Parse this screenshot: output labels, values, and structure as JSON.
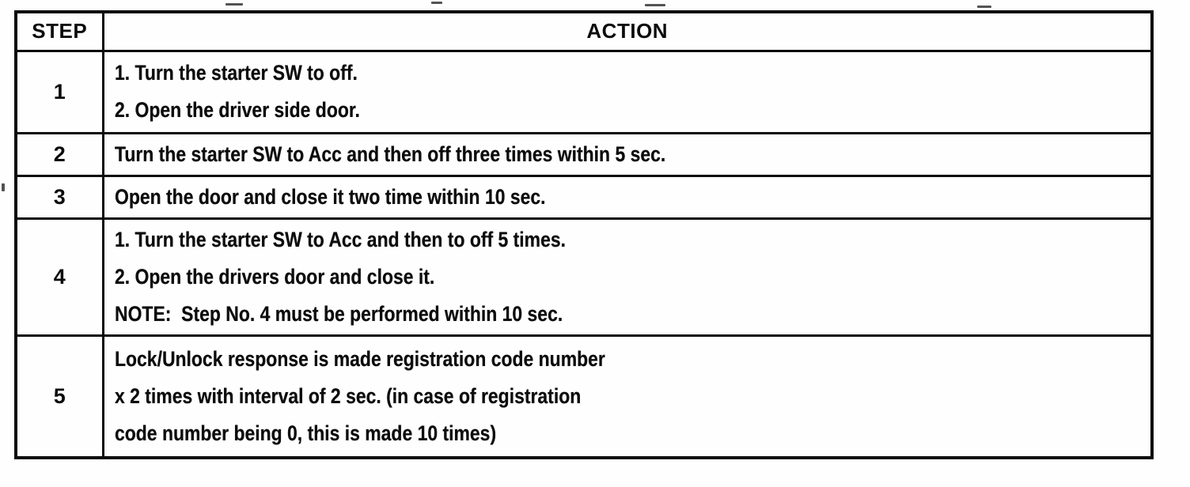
{
  "page": {
    "background": "#fefefe",
    "ink": "#0c0c0c"
  },
  "table": {
    "headers": {
      "step": "STEP",
      "action": "ACTION"
    },
    "rows": [
      {
        "step": "1",
        "lines": [
          "1. Turn the starter SW to off.",
          "2. Open the driver side door."
        ]
      },
      {
        "step": "2",
        "lines": [
          "Turn the starter SW to Acc and then off three times within 5 sec."
        ]
      },
      {
        "step": "3",
        "lines": [
          "Open the door and close it two time within 10 sec."
        ]
      },
      {
        "step": "4",
        "lines": [
          "1. Turn the starter SW to Acc and then to off 5 times.",
          "2. Open the drivers door and close it.",
          "NOTE:  Step No. 4 must be performed within 10 sec."
        ]
      },
      {
        "step": "5",
        "lines": [
          "Lock/Unlock response is made registration code number",
          "x 2 times with interval of 2 sec. (in case of registration",
          "code number being 0, this is made 10 times)"
        ]
      }
    ]
  }
}
